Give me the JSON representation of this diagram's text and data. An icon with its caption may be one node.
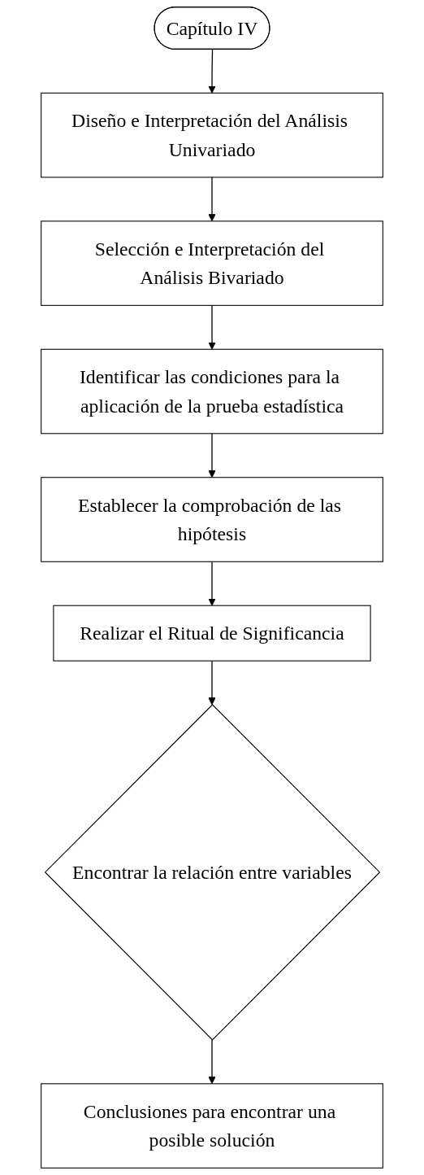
{
  "diagram": {
    "nodes": [
      {
        "text": [
          "Capítulo IV"
        ]
      },
      {
        "text": [
          "Diseño e Interpretación del Análisis Univariado"
        ]
      },
      {
        "text": [
          "Selección e Interpretación del Análisis Bivariado"
        ]
      },
      {
        "text": [
          "Identificar las condiciones para la aplicación de la prueba estadística"
        ]
      },
      {
        "text": [
          "Establecer la comprobación de las hipótesis"
        ]
      },
      {
        "text": [
          "Realizar el Ritual de Significancia"
        ]
      },
      {
        "text": [
          "Encontrar la relación entre variables"
        ]
      },
      {
        "text": [
          "Conclusiones para encontrar una posible solución"
        ]
      }
    ],
    "edges": [
      {
        "from": 0,
        "to": 1,
        "arrow": "to"
      },
      {
        "from": 1,
        "to": 2,
        "arrow": "to"
      },
      {
        "from": 2,
        "to": 3,
        "arrow": "to"
      },
      {
        "from": 3,
        "to": 4,
        "arrow": "to"
      },
      {
        "from": 4,
        "to": 5,
        "arrow": "to"
      },
      {
        "from": 5,
        "to": 6,
        "arrow": "to"
      },
      {
        "from": 6,
        "to": 7,
        "arrow": "to"
      }
    ]
  }
}
